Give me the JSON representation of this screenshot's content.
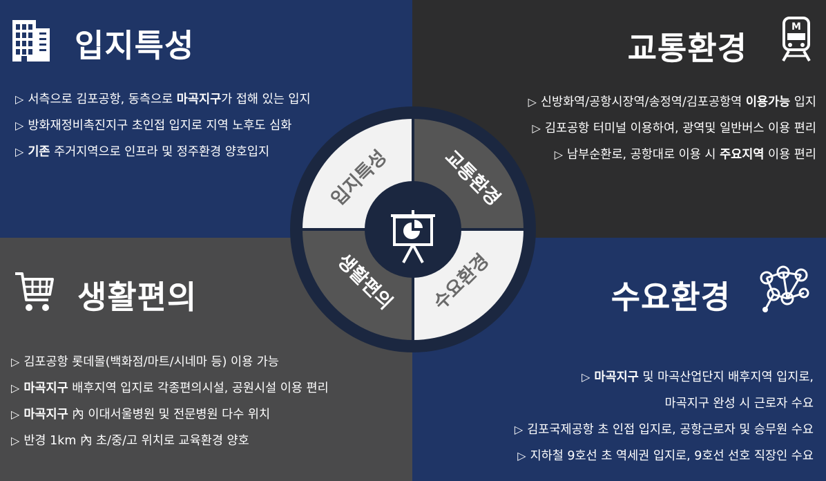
{
  "quadrants": {
    "location": {
      "title": "입지특성",
      "icon": "building-icon",
      "items": [
        {
          "pre": "서측으로 김포공항, 동측으로 ",
          "hl": "마곡지구",
          "post": "가 접해 있는 입지"
        },
        {
          "pre": "방화재정비촉진지구 초인접 입지로 지역 노후도 심화",
          "hl": "",
          "post": ""
        },
        {
          "pre": "",
          "hl": "기존",
          "post": " 주거지역으로 인프라 및 정주환경 양호입지"
        }
      ]
    },
    "traffic": {
      "title": "교통환경",
      "icon": "metro-train-icon",
      "items": [
        {
          "pre": "신방화역/공항시장역/송정역/김포공항역 ",
          "hl": "이용가능",
          "post": " 입지"
        },
        {
          "pre": "김포공항 터미널 이용하여, 광역및 일반버스 이용 편리",
          "hl": "",
          "post": ""
        },
        {
          "pre": "남부순환로, 공항대로 이용 시 ",
          "hl": "주요지역",
          "post": " 이용 편리"
        }
      ]
    },
    "living": {
      "title": "생활편의",
      "icon": "shopping-cart-icon",
      "items": [
        {
          "pre": "김포공항 롯데몰(백화점/마트/시네마 등) 이용 가능",
          "hl": "",
          "post": ""
        },
        {
          "pre": "",
          "hl": "마곡지구",
          "post": " 배후지역 입지로 각종편의시설, 공원시설 이용 편리"
        },
        {
          "pre": "",
          "hl": "마곡지구",
          "post": " 內 이대서울병원 및 전문병원 다수 위치"
        },
        {
          "pre": "반경 1km 內 초/중/고 위치로 교육환경 양호",
          "hl": "",
          "post": ""
        }
      ]
    },
    "demand": {
      "title": "수요환경",
      "icon": "people-network-icon",
      "items": [
        {
          "pre": "",
          "hl": "마곡지구",
          "post": " 및 마곡산업단지 배후지역 입지로,",
          "tri": true
        },
        {
          "pre": "마곡지구 완성 시 근로자 수요",
          "hl": "",
          "post": "",
          "tri": false
        },
        {
          "pre": "김포국제공항 초 인접 입지로, 공항근로자 및 승무원 수요",
          "hl": "",
          "post": "",
          "tri": true
        },
        {
          "pre": "지하철 9호선 초 역세권 입지로, 9호선 선호 직장인 수요",
          "hl": "",
          "post": "",
          "tri": true
        }
      ]
    }
  },
  "bullet": "▷",
  "circle": {
    "segments": [
      "입지특성",
      "교통환경",
      "생활편의",
      "수요환경"
    ],
    "center_icon": "presentation-chart-icon"
  },
  "colors": {
    "navy": "#1f3566",
    "dark": "#2d2d2e",
    "gray": "#4a4a4b",
    "ring": "#1b2740",
    "seg_light": "#f2f2f2",
    "seg_dark": "#555555",
    "center": "#1b2740"
  }
}
